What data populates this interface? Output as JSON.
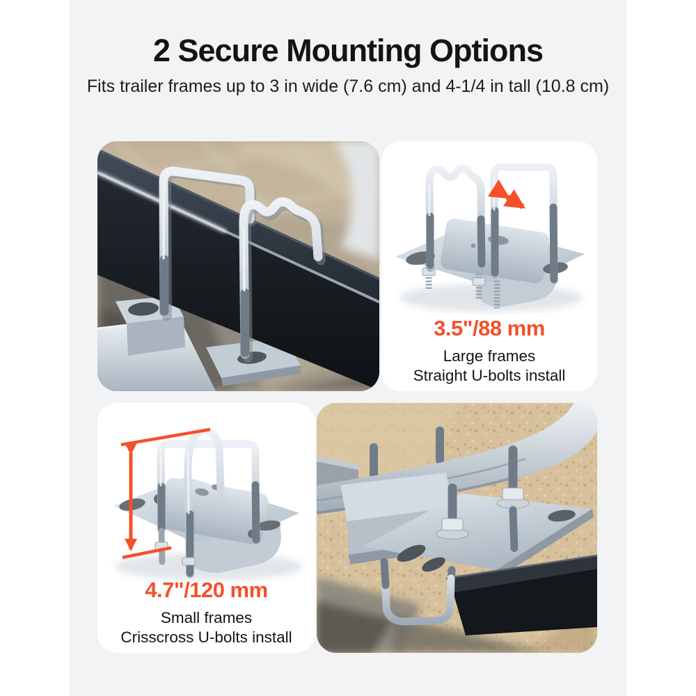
{
  "theme": {
    "page_bg": "#ffffff",
    "band_bg": "#f2f3f4",
    "card_bg": "#ffffff",
    "accent": "#f4502a",
    "text_dark": "#141414"
  },
  "header": {
    "title": "2 Secure Mounting Options",
    "subtitle": "Fits trailer frames up to 3 in wide (7.6 cm) and 4-1/4 in tall (10.8 cm)"
  },
  "options": [
    {
      "value": "3.5\"/88 mm",
      "line1": "Large frames",
      "line2": "Straight U-bolts install",
      "annotation_icon": "width-arrow"
    },
    {
      "value": "4.7\"/120 mm",
      "line1": "Small frames",
      "line2": "Crisscross U-bolts install",
      "annotation_icon": "height-arrow"
    }
  ]
}
